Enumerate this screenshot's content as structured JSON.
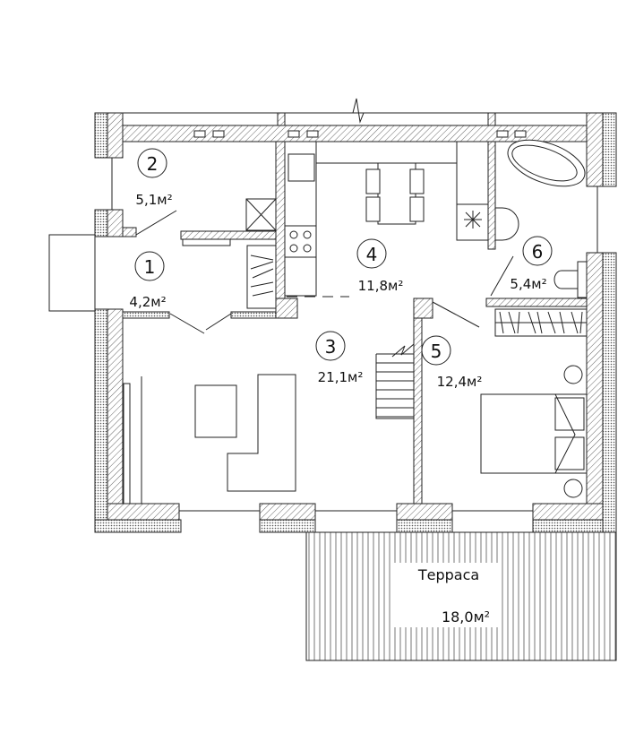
{
  "rooms": [
    {
      "number": "1",
      "area": "4,2м²"
    },
    {
      "number": "2",
      "area": "5,1м²"
    },
    {
      "number": "3",
      "area": "21,1м²"
    },
    {
      "number": "4",
      "area": "11,8м²"
    },
    {
      "number": "5",
      "area": "12,4м²"
    },
    {
      "number": "6",
      "area": "5,4м²"
    }
  ],
  "terrace": {
    "label": "Терраса",
    "area": "18,0м²"
  }
}
